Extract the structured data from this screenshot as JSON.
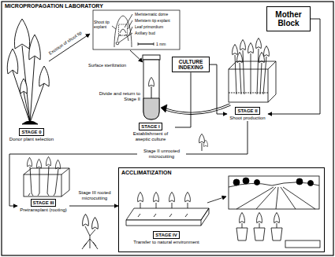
{
  "diagram": {
    "title": "MICROPROPAGATION LABORATORY",
    "nodes": [
      {
        "text": [
          "STAGE 0",
          "Donor plant selection"
        ]
      },
      {
        "text": [
          "STAGE I",
          "Establishment of aseptic culture"
        ]
      },
      {
        "text": [
          "CULTURE INDEXING"
        ]
      },
      {
        "text": [
          "Mother Block"
        ]
      },
      {
        "text": [
          "STAGE II",
          "Shoot production"
        ]
      },
      {
        "text": [
          "STAGE III",
          "Pretransplant (rooting)"
        ]
      },
      {
        "text": [
          "ACCLIMATIZATION"
        ]
      },
      {
        "text": [
          "STAGE IV",
          "Transfer to natural environment"
        ],
        "in": 6
      }
    ],
    "edges": [
      {
        "from": 1,
        "to": 2,
        "arrow": "none"
      },
      {
        "from": 2,
        "to": 4,
        "arrow": "to"
      },
      {
        "from": 3,
        "to": 4,
        "arrow": "to"
      },
      {
        "from": 4,
        "to": 5,
        "arrow": "to",
        "label": "Stage II unrooted microcutting"
      },
      {
        "from": 5,
        "to": 6,
        "arrow": "to",
        "label": "Stage III rooted microcutting"
      }
    ],
    "labels": [
      "Excision of shoot tip",
      "Shoot tip explant",
      "Meristematic dome",
      "Meristem tip explant",
      "Leaf primordium",
      "Axillary bud",
      "1 mm",
      "Surface sterilization",
      "Divide and return to Stage II"
    ]
  }
}
